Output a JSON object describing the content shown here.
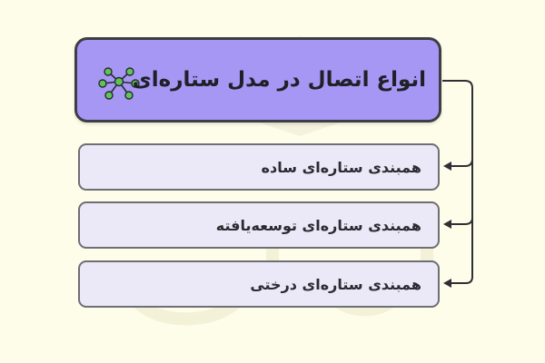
{
  "title": "انواع اتصال در مدل ستاره‌ای",
  "items": [
    {
      "label": "همبندی ستاره‌ای ساده"
    },
    {
      "label": "همبندی ستاره‌ای توسعه‌یافته"
    },
    {
      "label": "همبندی ستاره‌ای درختی"
    }
  ],
  "icon": "star-network-icon",
  "colors": {
    "background": "#fefde9",
    "title_fill": "#a597f3",
    "item_fill": "#ebe8f7",
    "node_green": "#5ec45a",
    "border_dark": "#3e3e46"
  }
}
